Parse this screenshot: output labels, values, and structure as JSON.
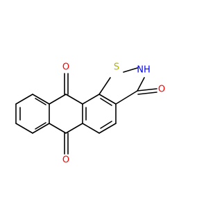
{
  "molecule": {
    "colors": {
      "bond": "#000000",
      "oxygen": "#ff0000",
      "sulfur": "#b3b300",
      "nitrogen": "#0000ff",
      "background": "#ffffff"
    },
    "atoms": {
      "o_top": "O",
      "o_bottom": "O",
      "o_right": "O",
      "s": "S",
      "nh": "NH"
    }
  }
}
